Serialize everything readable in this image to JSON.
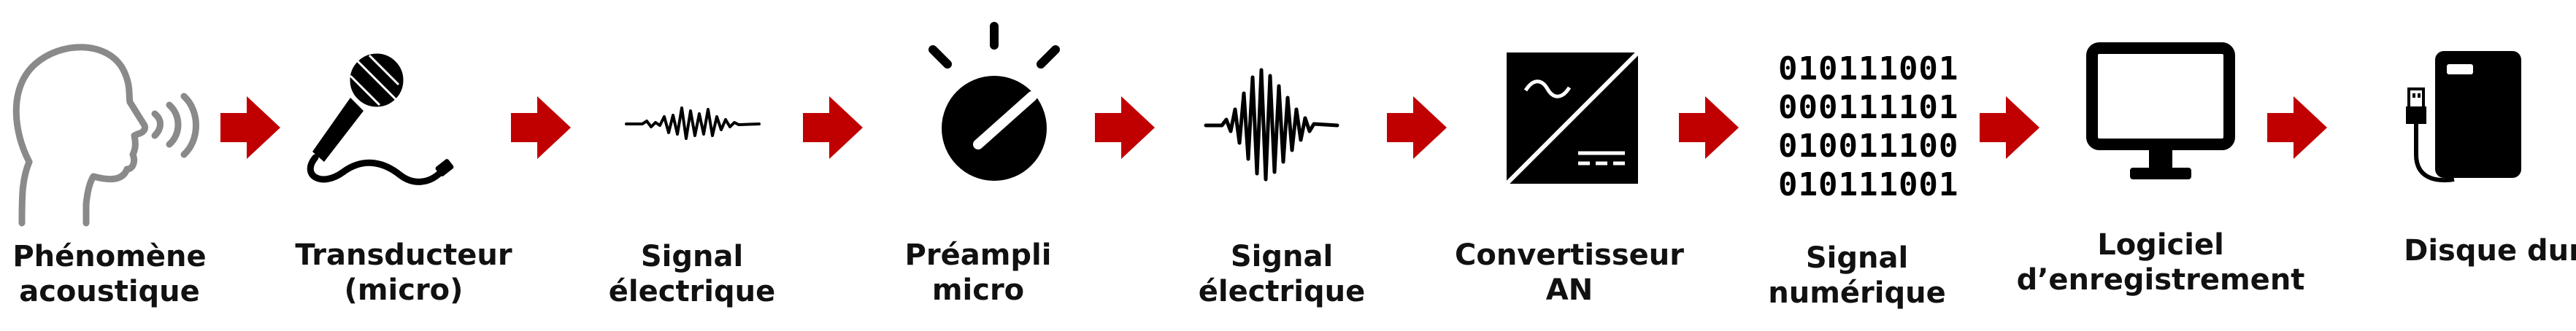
{
  "colors": {
    "arrow": "#c00000",
    "icon": "#000000",
    "head_outline": "#8a8a8a"
  },
  "stages": [
    {
      "icon": "speaking-head-icon",
      "line1": "Phénomène",
      "line2": "acoustique"
    },
    {
      "icon": "microphone-icon",
      "line1": "Transducteur",
      "line2": "(micro)"
    },
    {
      "icon": "weak-waveform-icon",
      "line1": "Signal",
      "line2": "électrique"
    },
    {
      "icon": "gain-knob-icon",
      "line1": "Préampli",
      "line2": "micro"
    },
    {
      "icon": "strong-waveform-icon",
      "line1": "Signal",
      "line2": "électrique"
    },
    {
      "icon": "ac-dc-converter-icon",
      "line1": "Convertisseur",
      "line2": "AN"
    },
    {
      "icon": "binary-digits-icon",
      "line1": "Signal",
      "line2": "numérique"
    },
    {
      "icon": "monitor-icon",
      "line1": "Logiciel",
      "line2": "d’enregistrement"
    },
    {
      "icon": "usb-hard-drive-icon",
      "line1": "Disque dur",
      "line2": ""
    }
  ],
  "binary": [
    "010111001",
    "000111101",
    "010011100",
    "010111001"
  ]
}
